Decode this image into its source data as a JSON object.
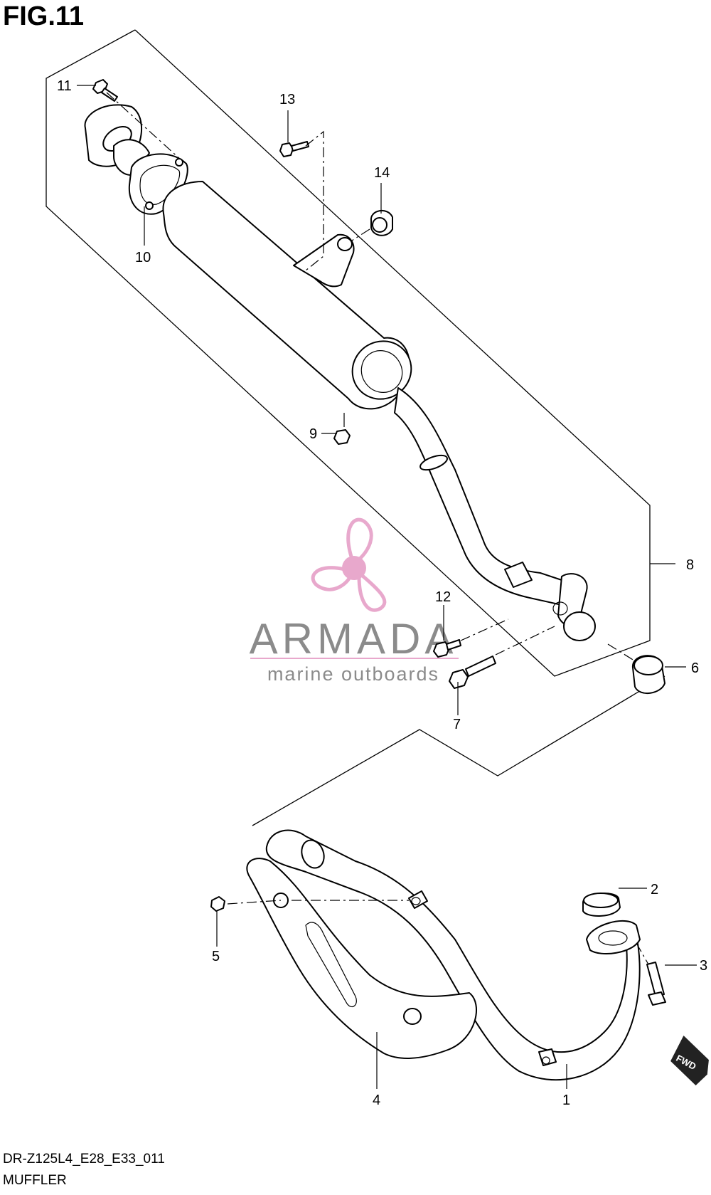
{
  "figure_title": "FIG.11",
  "diagram_code": "DR-Z125L4_E28_E33_011",
  "diagram_name": "MUFFLER",
  "watermark": {
    "brand": "ARMADA",
    "tagline": "marine outboards",
    "accent_color": "#e49ac4"
  },
  "fwd_label": "FWD",
  "callouts": {
    "p1": "1",
    "p2": "2",
    "p3": "3",
    "p4": "4",
    "p5": "5",
    "p6": "6",
    "p7": "7",
    "p8": "8",
    "p9": "9",
    "p10": "10",
    "p11": "11",
    "p12": "12",
    "p13": "13",
    "p14": "14"
  }
}
